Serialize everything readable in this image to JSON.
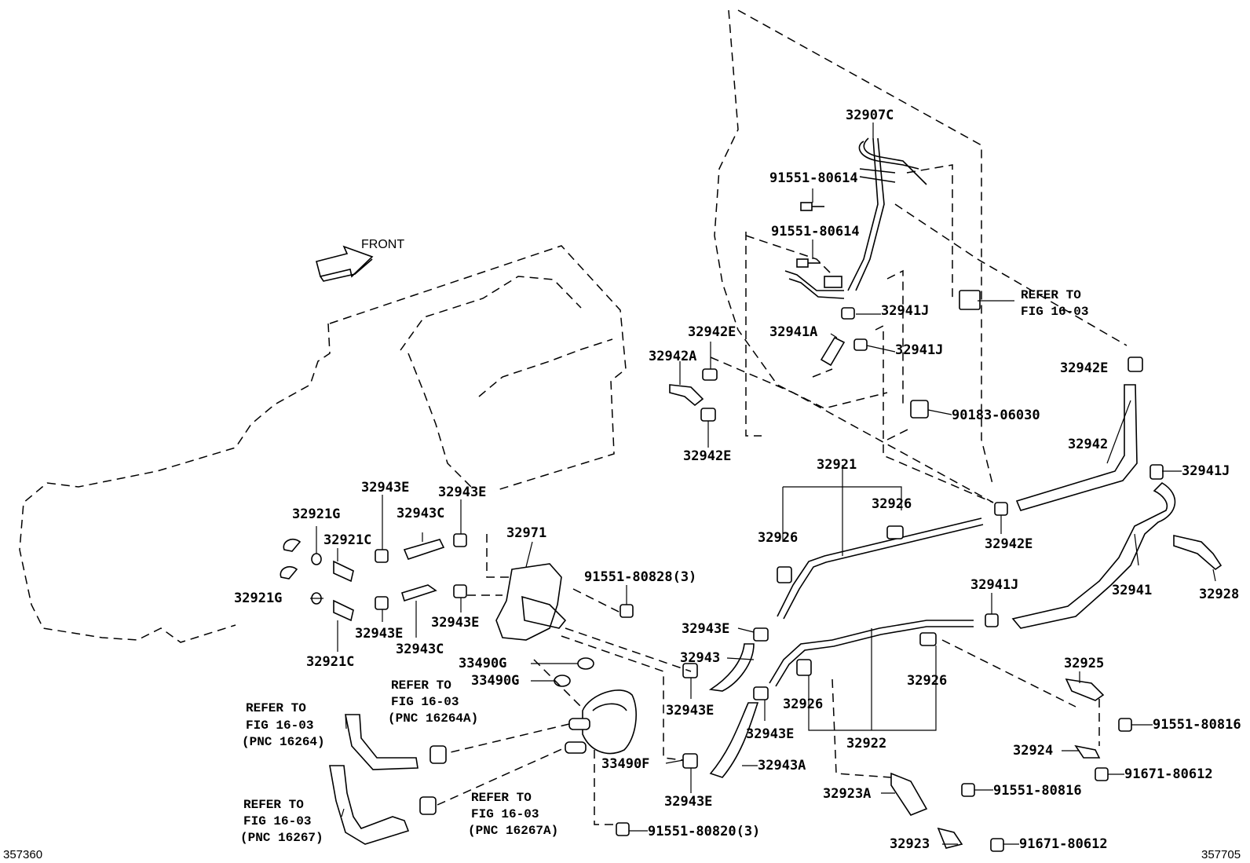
{
  "labels": {
    "l_32907C": "32907C",
    "l_91551_80614a": "91551-80614",
    "l_91551_80614b": "91551-80614",
    "l_32941J_a": "32941J",
    "l_32941A": "32941A",
    "l_32941J_b": "32941J",
    "l_90183": "90183-06030",
    "l_32942E_a": "32942E",
    "l_32942A": "32942A",
    "l_32942E_b": "32942E",
    "l_32942E_r": "32942E",
    "l_32942": "32942",
    "l_32941J_c": "32941J",
    "l_32921": "32921",
    "l_32926_a": "32926",
    "l_32926_b": "32926",
    "l_32942E_c": "32942E",
    "l_32941": "32941",
    "l_32928": "32928",
    "l_32941J_d": "32941J",
    "l_32943E_a": "32943E",
    "l_32943E_b": "32943E",
    "l_32943C_a": "32943C",
    "l_32921G_a": "32921G",
    "l_32921C_a": "32921C",
    "l_32971": "32971",
    "l_91551_80828": "91551-80828(3)",
    "l_32921G_b": "32921G",
    "l_32943E_c": "32943E",
    "l_32943E_d": "32943E",
    "l_32943C_b": "32943C",
    "l_32921C_b": "32921C",
    "l_33490G_a": "33490G",
    "l_33490G_b": "33490G",
    "l_32943E_e": "32943E",
    "l_32943": "32943",
    "l_32943E_f": "32943E",
    "l_32943E_g": "32943E",
    "l_32926_c": "32926",
    "l_32926_d": "32926",
    "l_32922": "32922",
    "l_32925": "32925",
    "l_91551_80816a": "91551-80816",
    "l_32924": "32924",
    "l_91671_80612a": "91671-80612",
    "l_33490F": "33490F",
    "l_32943A": "32943A",
    "l_32943E_h": "32943E",
    "l_91551_80816b": "91551-80816",
    "l_32923A": "32923A",
    "l_32923": "32923",
    "l_91671_80612b": "91671-80612",
    "l_91551_80820": "91551-80820(3)"
  },
  "refer_notes": {
    "fig1603_top": [
      "REFER TO",
      "FIG 16-03"
    ],
    "pnc16264a": [
      "REFER TO",
      "FIG 16-03",
      "(PNC 16264A)"
    ],
    "pnc16264": [
      "REFER TO",
      "FIG 16-03",
      "(PNC 16264)"
    ],
    "pnc16267": [
      "REFER TO",
      "FIG 16-03",
      "(PNC 16267)"
    ],
    "pnc16267a": [
      "REFER TO",
      "FIG 16-03",
      "(PNC 16267A)"
    ]
  },
  "front_label": "FRONT",
  "footer": {
    "left_code": "357360",
    "right_code": "357705"
  }
}
